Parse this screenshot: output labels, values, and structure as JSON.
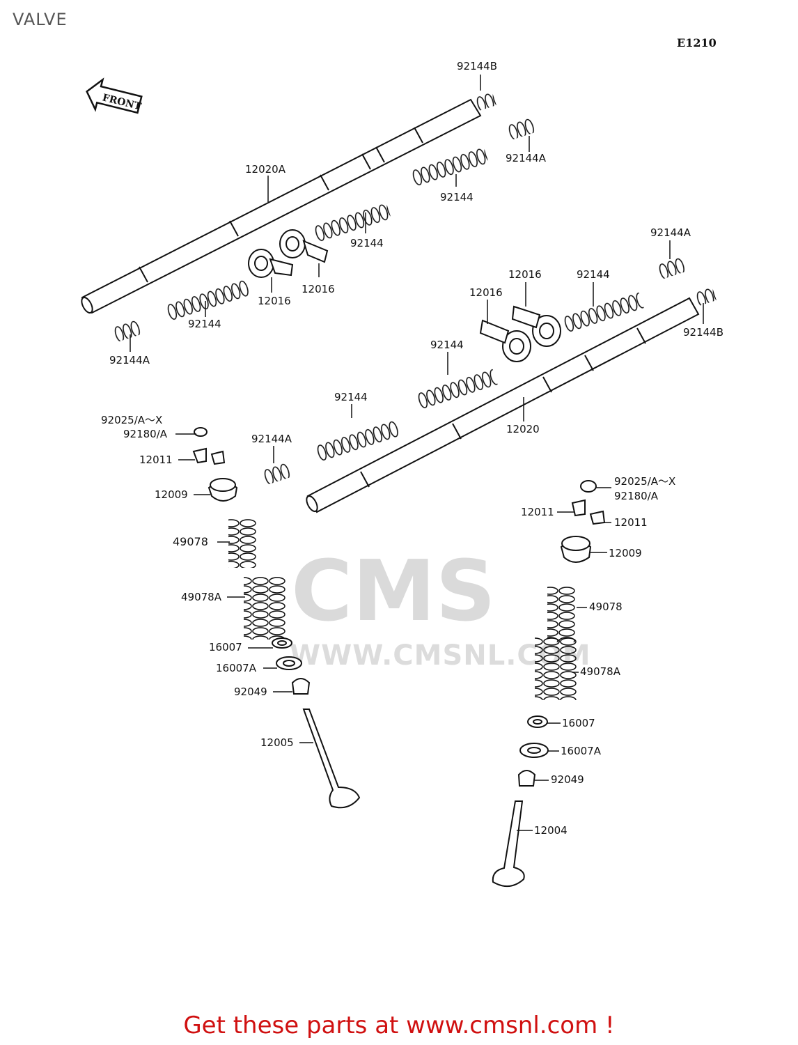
{
  "page": {
    "title": "VALVE",
    "diagram_code": "E1210",
    "front_label": "FRONT",
    "promo": "Get these parts at www.cmsnl.com !",
    "watermark_brand": "CMS",
    "watermark_url": "WWW.CMSNL.COM"
  },
  "colors": {
    "promo": "#d01010",
    "line": "#111111",
    "watermark": "#dadada"
  },
  "labels": {
    "l_92144b_top": "92144B",
    "l_92144a_tr": "92144A",
    "l_12020a": "12020A",
    "l_92144_a": "92144",
    "l_92144_b": "92144",
    "l_12016_a": "12016",
    "l_12016_b": "12016",
    "l_92144_c": "92144",
    "l_92144a_l": "92144A",
    "l_92144a_r": "92144A",
    "l_12016_c": "12016",
    "l_12016_d": "12016",
    "l_92144_d": "92144",
    "l_92144b_r": "92144B",
    "l_92144_e": "92144",
    "l_92144_f": "92144",
    "l_12020": "12020",
    "l_92144a_m": "92144A",
    "l_92025_l": "92025/A～X",
    "l_92180_l": "92180/A",
    "l_12011_l": "12011",
    "l_12009_l": "12009",
    "l_49078_l": "49078",
    "l_49078a_l": "49078A",
    "l_16007_l": "16007",
    "l_16007a_l": "16007A",
    "l_92049_l": "92049",
    "l_12005": "12005",
    "l_92025_r": "92025/A～X",
    "l_92180_r": "92180/A",
    "l_12011_r1": "12011",
    "l_12011_r2": "12011",
    "l_12009_r": "12009",
    "l_49078_r": "49078",
    "l_49078a_r": "49078A",
    "l_16007_r": "16007",
    "l_16007a_r": "16007A",
    "l_92049_r": "92049",
    "l_12004": "12004"
  }
}
